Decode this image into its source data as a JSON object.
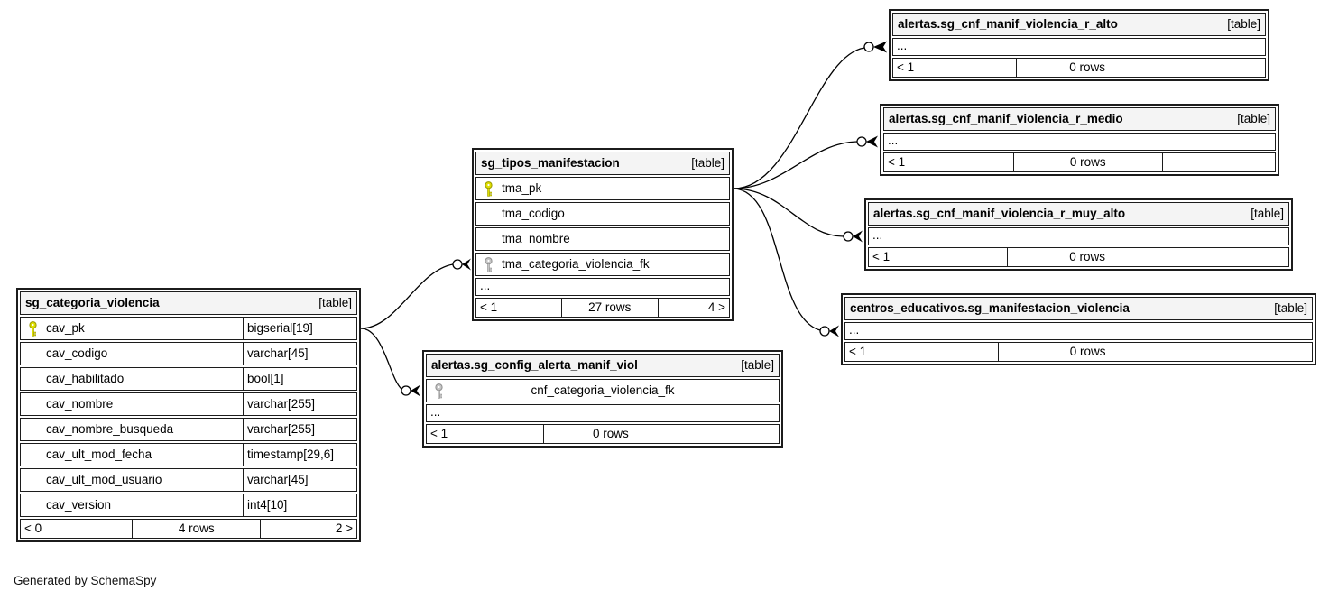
{
  "page": {
    "credit": "Generated by SchemaSpy"
  },
  "colors": {
    "primary_key": "#dede00",
    "foreign_key": "#c6c6c6",
    "header_bg": "#f4f4f4",
    "border": "#1c1c1c"
  },
  "icons": {
    "primary_key": "key-icon",
    "foreign_key": "key-icon"
  },
  "tables": [
    {
      "title": "sg_categoria_violencia",
      "tag": "[table]",
      "columns": [
        {
          "name": "cav_pk",
          "type": "bigserial[19]",
          "key": "pk"
        },
        {
          "name": "cav_codigo",
          "type": "varchar[45]"
        },
        {
          "name": "cav_habilitado",
          "type": "bool[1]"
        },
        {
          "name": "cav_nombre",
          "type": "varchar[255]"
        },
        {
          "name": "cav_nombre_busqueda",
          "type": "varchar[255]"
        },
        {
          "name": "cav_ult_mod_fecha",
          "type": "timestamp[29,6]"
        },
        {
          "name": "cav_ult_mod_usuario",
          "type": "varchar[45]"
        },
        {
          "name": "cav_version",
          "type": "int4[10]"
        }
      ],
      "footer": {
        "left": "< 0",
        "center": "4 rows",
        "right": "2 >"
      }
    },
    {
      "title": "sg_tipos_manifestacion",
      "tag": "[table]",
      "columns": [
        {
          "name": "tma_pk",
          "key": "pk"
        },
        {
          "name": "tma_codigo"
        },
        {
          "name": "tma_nombre"
        },
        {
          "name": "tma_categoria_violencia_fk",
          "key": "fk"
        }
      ],
      "ellipsis": "...",
      "footer": {
        "left": "< 1",
        "center": "27 rows",
        "right": "4 >"
      }
    },
    {
      "title": "alertas.sg_config_alerta_manif_viol",
      "tag": "[table]",
      "columns": [
        {
          "name": "cnf_categoria_violencia_fk",
          "key": "fk"
        }
      ],
      "ellipsis": "...",
      "footer": {
        "left": "< 1",
        "center": "0 rows",
        "right": ""
      }
    },
    {
      "title": "alertas.sg_cnf_manif_violencia_r_alto",
      "tag": "[table]",
      "ellipsis": "...",
      "footer": {
        "left": "< 1",
        "center": "0 rows",
        "right": ""
      }
    },
    {
      "title": "alertas.sg_cnf_manif_violencia_r_medio",
      "tag": "[table]",
      "ellipsis": "...",
      "footer": {
        "left": "< 1",
        "center": "0 rows",
        "right": ""
      }
    },
    {
      "title": "alertas.sg_cnf_manif_violencia_r_muy_alto",
      "tag": "[table]",
      "ellipsis": "...",
      "footer": {
        "left": "< 1",
        "center": "0 rows",
        "right": ""
      }
    },
    {
      "title": "centros_educativos.sg_manifestacion_violencia",
      "tag": "[table]",
      "ellipsis": "...",
      "footer": {
        "left": "< 1",
        "center": "0 rows",
        "right": ""
      }
    }
  ],
  "relationships": [
    {
      "from": "sg_categoria_violencia.cav_pk",
      "to": "sg_tipos_manifestacion.tma_categoria_violencia_fk"
    },
    {
      "from": "sg_categoria_violencia.cav_pk",
      "to": "alertas.sg_config_alerta_manif_viol.cnf_categoria_violencia_fk"
    },
    {
      "from": "sg_tipos_manifestacion.tma_pk",
      "to": "alertas.sg_cnf_manif_violencia_r_alto"
    },
    {
      "from": "sg_tipos_manifestacion.tma_pk",
      "to": "alertas.sg_cnf_manif_violencia_r_medio"
    },
    {
      "from": "sg_tipos_manifestacion.tma_pk",
      "to": "alertas.sg_cnf_manif_violencia_r_muy_alto"
    },
    {
      "from": "sg_tipos_manifestacion.tma_pk",
      "to": "centros_educativos.sg_manifestacion_violencia"
    }
  ]
}
